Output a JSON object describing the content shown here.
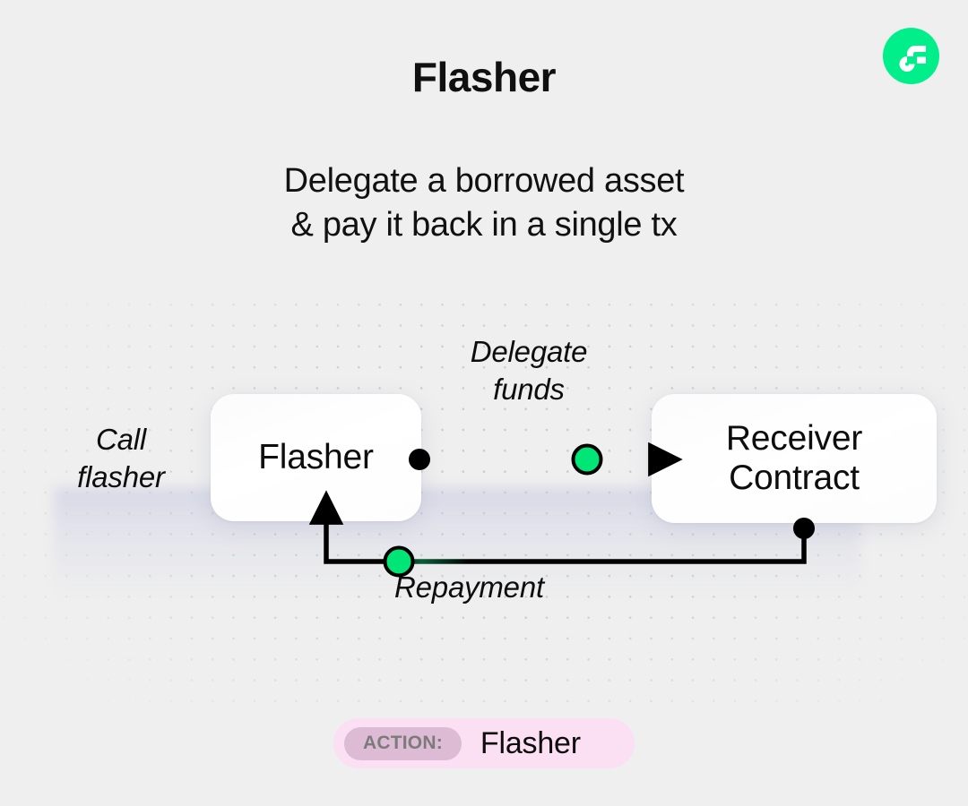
{
  "header": {
    "title": "Flasher",
    "logo_icon": "flow-logo-icon",
    "logo_color": "#00EF8B"
  },
  "subtitle": "Delegate a borrowed asset\n& pay it back in a single tx",
  "diagram": {
    "type": "flow-diagram",
    "background": "#EFEFEF",
    "accent_color": "#00E676",
    "node_color": "#FFFFFF",
    "wire_color": "#000000",
    "nodes": [
      {
        "id": "flasher",
        "label": "Flasher"
      },
      {
        "id": "receiver",
        "label": "Receiver\nContract"
      }
    ],
    "edges": [
      {
        "id": "call-flasher",
        "label": "Call\nflasher",
        "from": "external",
        "to": "flasher"
      },
      {
        "id": "delegate-funds",
        "label": "Delegate\nfunds",
        "from": "flasher",
        "to": "receiver",
        "marker": "green-dot"
      },
      {
        "id": "repayment",
        "label": "Repayment",
        "from": "receiver",
        "to": "flasher",
        "marker": "green-dot"
      }
    ]
  },
  "footer": {
    "badge_tag": "ACTION:",
    "badge_value": "Flasher",
    "badge_bg": "#FBDFF2",
    "badge_tag_bg": "#DDBBD5"
  }
}
